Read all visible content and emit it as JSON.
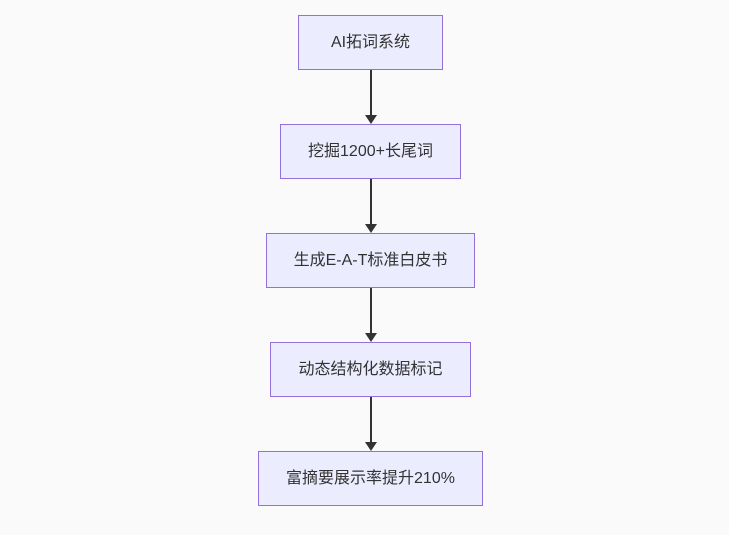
{
  "diagram": {
    "type": "flowchart",
    "direction": "top-down",
    "colors": {
      "background": "#fafafa",
      "node_fill": "#ececff",
      "node_border": "#9370db",
      "node_text": "#333333",
      "arrow": "#333333"
    },
    "nodes": [
      {
        "label": "AI拓词系统"
      },
      {
        "label": "挖掘1200+长尾词"
      },
      {
        "label": "生成E-A-T标准白皮书"
      },
      {
        "label": "动态结构化数据标记"
      },
      {
        "label": "富摘要展示率提升210%"
      }
    ],
    "edges": [
      {
        "from": 0,
        "to": 1,
        "style": "solid-arrow"
      },
      {
        "from": 1,
        "to": 2,
        "style": "solid-arrow"
      },
      {
        "from": 2,
        "to": 3,
        "style": "solid-arrow"
      },
      {
        "from": 3,
        "to": 4,
        "style": "solid-arrow"
      }
    ]
  }
}
